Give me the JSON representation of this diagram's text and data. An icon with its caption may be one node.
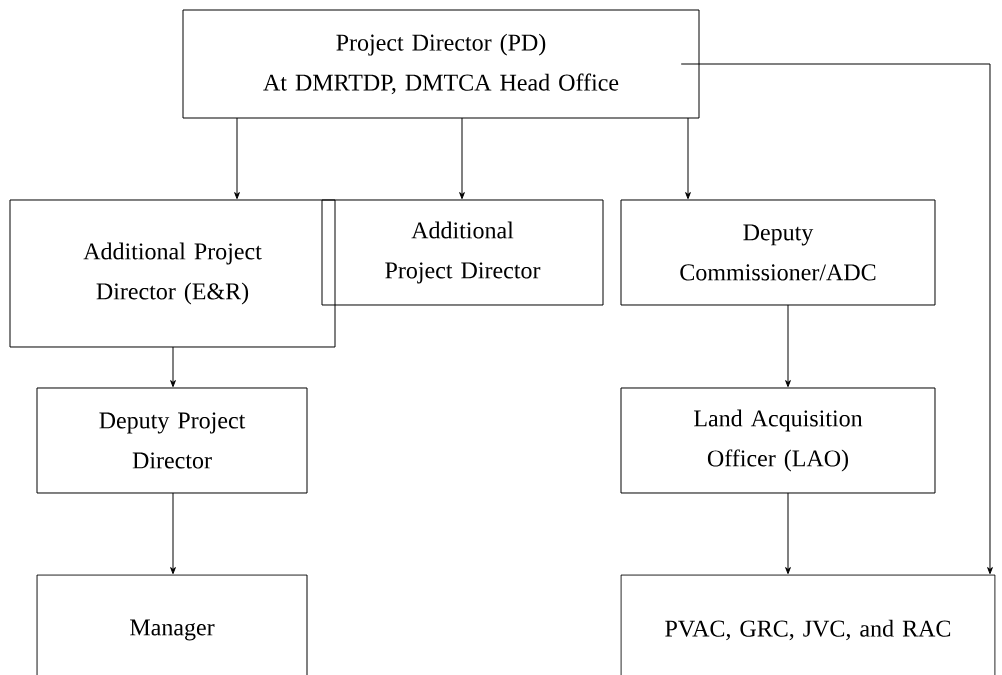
{
  "diagram": {
    "nodes": [
      {
        "text": [
          "Project Director (PD)",
          "At DMRTDP, DMTCA Head Office"
        ]
      },
      {
        "text": [
          "Additional Project Director (E&R)"
        ]
      },
      {
        "text": [
          "Additional Project Director"
        ]
      },
      {
        "text": [
          "Deputy Commissioner/ADC"
        ]
      },
      {
        "text": [
          "Deputy Project Director"
        ]
      },
      {
        "text": [
          "Land Acquisition Officer (LAO)"
        ]
      },
      {
        "text": [
          "Manager"
        ]
      },
      {
        "text": [
          "PVAC, GRC, JVC, and RAC"
        ]
      }
    ],
    "edges": [
      {
        "from": 0,
        "to": 1,
        "arrow": "to"
      },
      {
        "from": 0,
        "to": 2,
        "arrow": "to"
      },
      {
        "from": 0,
        "to": 3,
        "arrow": "to"
      },
      {
        "from": 0,
        "to": 7,
        "arrow": "to"
      },
      {
        "from": 1,
        "to": 4,
        "arrow": "to"
      },
      {
        "from": 3,
        "to": 5,
        "arrow": "to"
      },
      {
        "from": 4,
        "to": 6,
        "arrow": "to"
      },
      {
        "from": 5,
        "to": 7,
        "arrow": "to"
      }
    ]
  }
}
